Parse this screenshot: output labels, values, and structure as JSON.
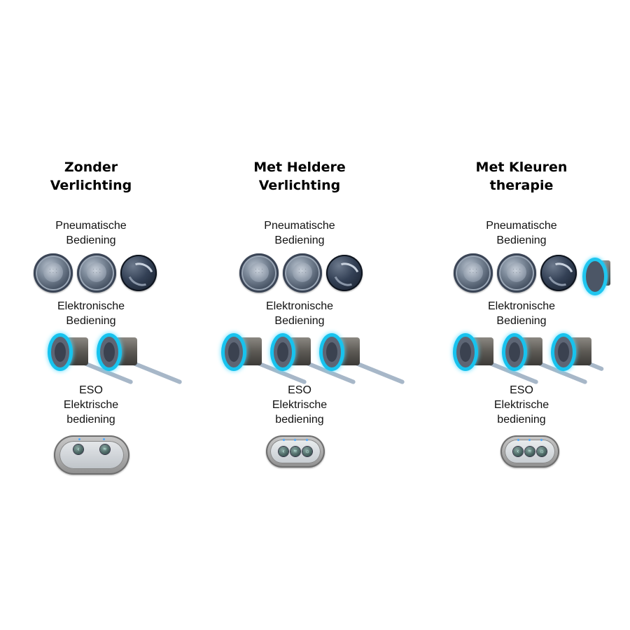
{
  "columns": [
    {
      "title_line1": "Zonder",
      "title_line2": "Verlichting",
      "pneumatic_line1": "Pneumatische",
      "pneumatic_line2": "Bediening",
      "electronic_line1": "Elektronische",
      "electronic_line2": "Bediening",
      "eso_line1": "ESO",
      "eso_line2": "Elektrische",
      "eso_line3": "bediening"
    },
    {
      "title_line1": "Met Heldere",
      "title_line2": "Verlichting",
      "pneumatic_line1": "Pneumatische",
      "pneumatic_line2": "Bediening",
      "electronic_line1": "Elektronische",
      "electronic_line2": "Bediening",
      "eso_line1": "ESO",
      "eso_line2": "Elektrische",
      "eso_line3": "bediening"
    },
    {
      "title_line1": "Met Kleuren",
      "title_line2": "therapie",
      "pneumatic_line1": "Pneumatische",
      "pneumatic_line2": "Bediening",
      "electronic_line1": "Elektronische",
      "electronic_line2": "Bediening",
      "eso_line1": "ESO",
      "eso_line2": "Elektrische",
      "eso_line3": "bediening"
    }
  ],
  "colors": {
    "led_blue": "#17c3ee",
    "cable": "#a7b7c8"
  },
  "icons": {
    "pneumatic_round": "pneumatic-button-icon",
    "pneumatic_swirl": "pneumatic-swirl-button-icon",
    "pneumatic_led": "pneumatic-led-button-icon",
    "electronic_sensor": "electronic-sensor-button-icon",
    "eso_panel": "eso-control-panel-icon"
  }
}
